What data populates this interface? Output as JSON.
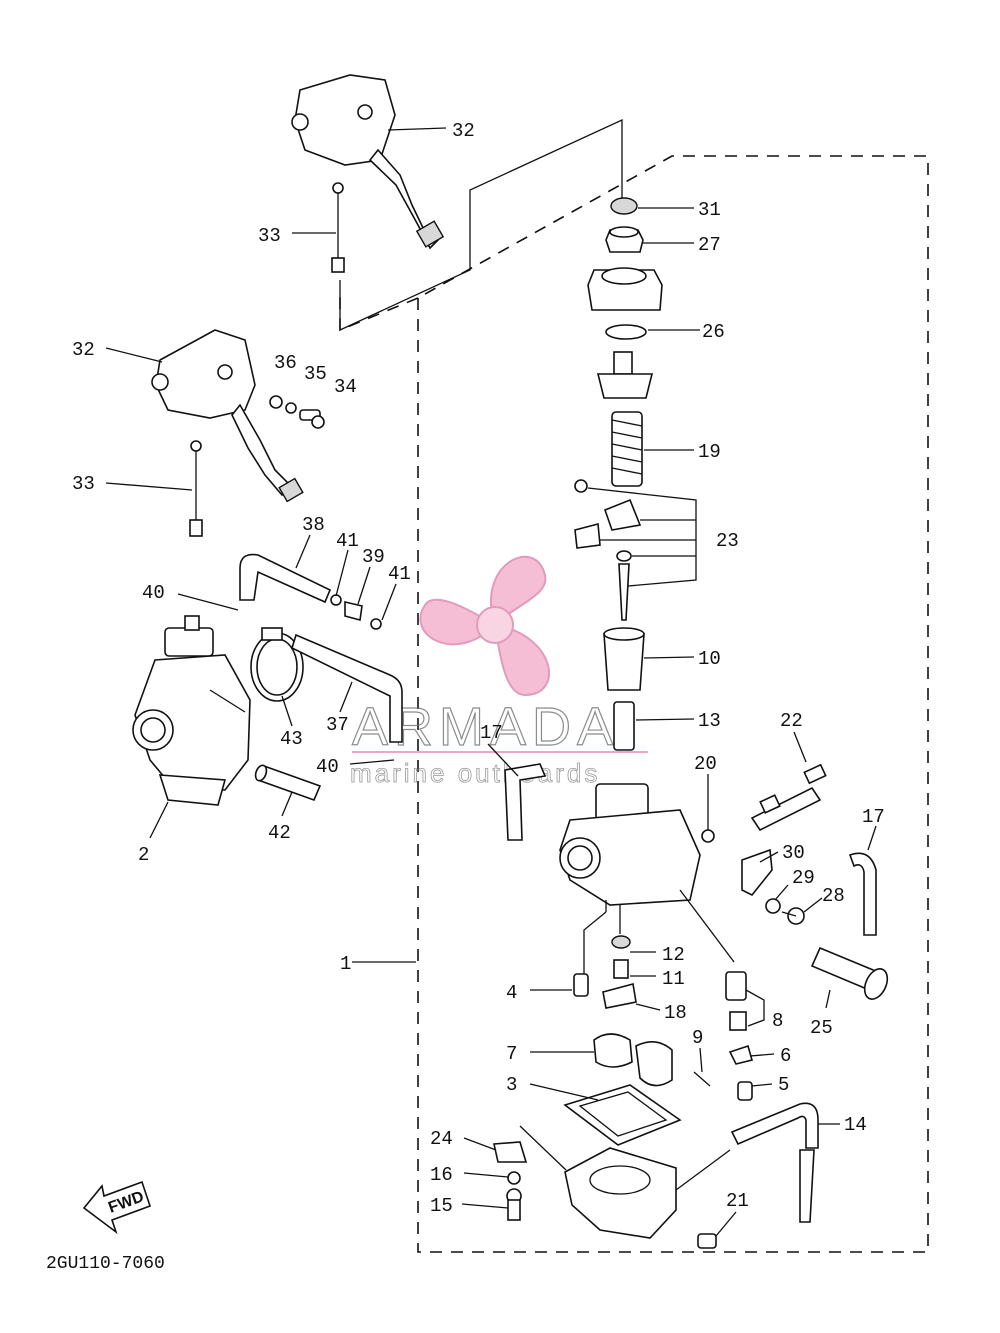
{
  "diagram": {
    "code": "2GU110-7060",
    "fwd_label": "FWD",
    "watermark": {
      "title": "ARMADA",
      "subtitle": "marine outboards"
    },
    "callouts": [
      {
        "id": "c32a",
        "label": "32"
      },
      {
        "id": "c33a",
        "label": "33"
      },
      {
        "id": "c32b",
        "label": "32"
      },
      {
        "id": "c36",
        "label": "36"
      },
      {
        "id": "c35",
        "label": "35"
      },
      {
        "id": "c34",
        "label": "34"
      },
      {
        "id": "c33b",
        "label": "33"
      },
      {
        "id": "c38",
        "label": "38"
      },
      {
        "id": "c41a",
        "label": "41"
      },
      {
        "id": "c39",
        "label": "39"
      },
      {
        "id": "c41b",
        "label": "41"
      },
      {
        "id": "c40a",
        "label": "40"
      },
      {
        "id": "c43",
        "label": "43"
      },
      {
        "id": "c37",
        "label": "37"
      },
      {
        "id": "c40b",
        "label": "40"
      },
      {
        "id": "c42",
        "label": "42"
      },
      {
        "id": "c2",
        "label": "2"
      },
      {
        "id": "c31",
        "label": "31"
      },
      {
        "id": "c27",
        "label": "27"
      },
      {
        "id": "c26",
        "label": "26"
      },
      {
        "id": "c19",
        "label": "19"
      },
      {
        "id": "c23",
        "label": "23"
      },
      {
        "id": "c10",
        "label": "10"
      },
      {
        "id": "c13",
        "label": "13"
      },
      {
        "id": "c22",
        "label": "22"
      },
      {
        "id": "c17a",
        "label": "17"
      },
      {
        "id": "c20",
        "label": "20"
      },
      {
        "id": "c17b",
        "label": "17"
      },
      {
        "id": "c30",
        "label": "30"
      },
      {
        "id": "c29",
        "label": "29"
      },
      {
        "id": "c28",
        "label": "28"
      },
      {
        "id": "c1",
        "label": "1"
      },
      {
        "id": "c12",
        "label": "12"
      },
      {
        "id": "c11",
        "label": "11"
      },
      {
        "id": "c4",
        "label": "4"
      },
      {
        "id": "c18",
        "label": "18"
      },
      {
        "id": "c8",
        "label": "8"
      },
      {
        "id": "c25",
        "label": "25"
      },
      {
        "id": "c9",
        "label": "9"
      },
      {
        "id": "c6",
        "label": "6"
      },
      {
        "id": "c7",
        "label": "7"
      },
      {
        "id": "c3",
        "label": "3"
      },
      {
        "id": "c5",
        "label": "5"
      },
      {
        "id": "c14",
        "label": "14"
      },
      {
        "id": "c24",
        "label": "24"
      },
      {
        "id": "c16",
        "label": "16"
      },
      {
        "id": "c15",
        "label": "15"
      },
      {
        "id": "c21",
        "label": "21"
      }
    ]
  }
}
